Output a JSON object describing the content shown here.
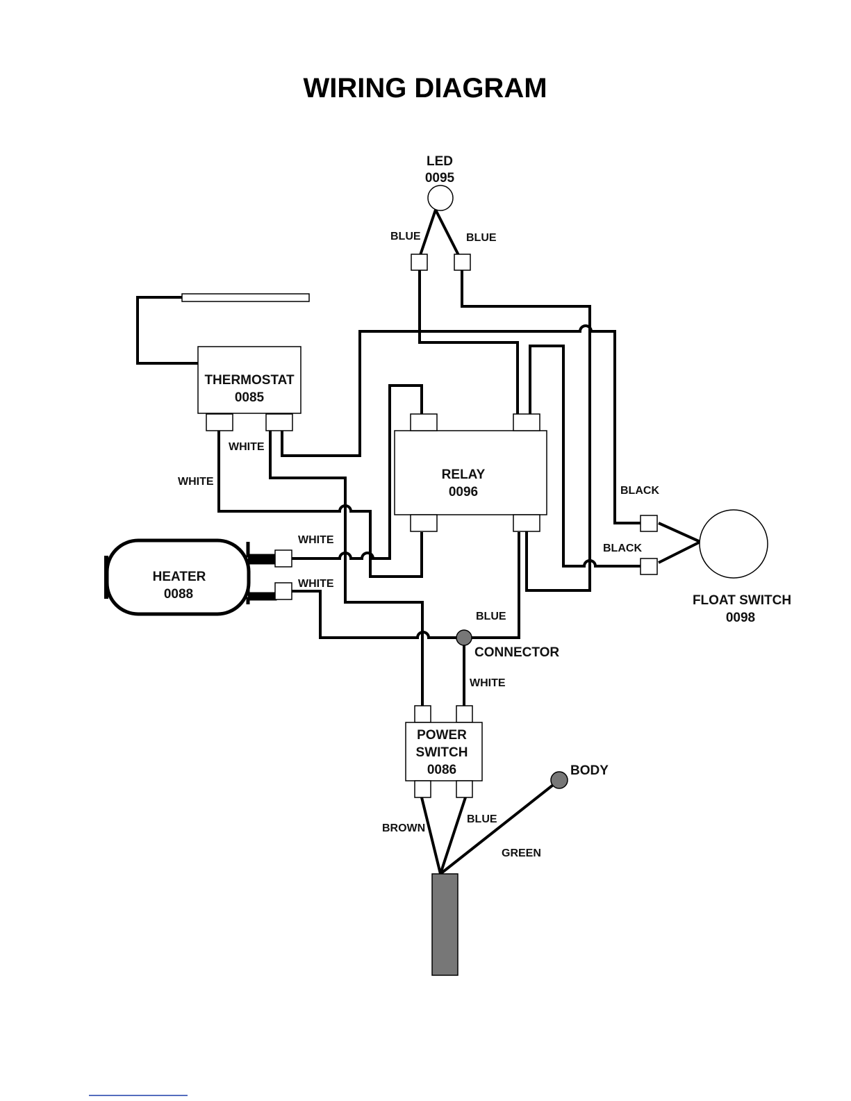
{
  "title": "WIRING DIAGRAM",
  "components": {
    "led": {
      "name": "LED",
      "code": "0095"
    },
    "thermostat": {
      "name": "THERMOSTAT",
      "code": "0085"
    },
    "relay": {
      "name": "RELAY",
      "code": "0096"
    },
    "heater": {
      "name": "HEATER",
      "code": "0088"
    },
    "float_switch": {
      "name": "FLOAT SWITCH",
      "code": "0098"
    },
    "power_switch": {
      "name_line1": "POWER",
      "name_line2": "SWITCH",
      "code": "0086"
    },
    "connector": {
      "name": "CONNECTOR"
    },
    "body": {
      "name": "BODY"
    }
  },
  "wire_labels": {
    "led_left": "BLUE",
    "led_right": "BLUE",
    "thermo_right": "WHITE",
    "thermo_left": "WHITE",
    "heater_top": "WHITE",
    "heater_bottom": "WHITE",
    "float_top": "BLACK",
    "float_bottom": "BLACK",
    "relay_blue": "BLUE",
    "connector_white": "WHITE",
    "brown": "BROWN",
    "power_blue": "BLUE",
    "green": "GREEN"
  }
}
